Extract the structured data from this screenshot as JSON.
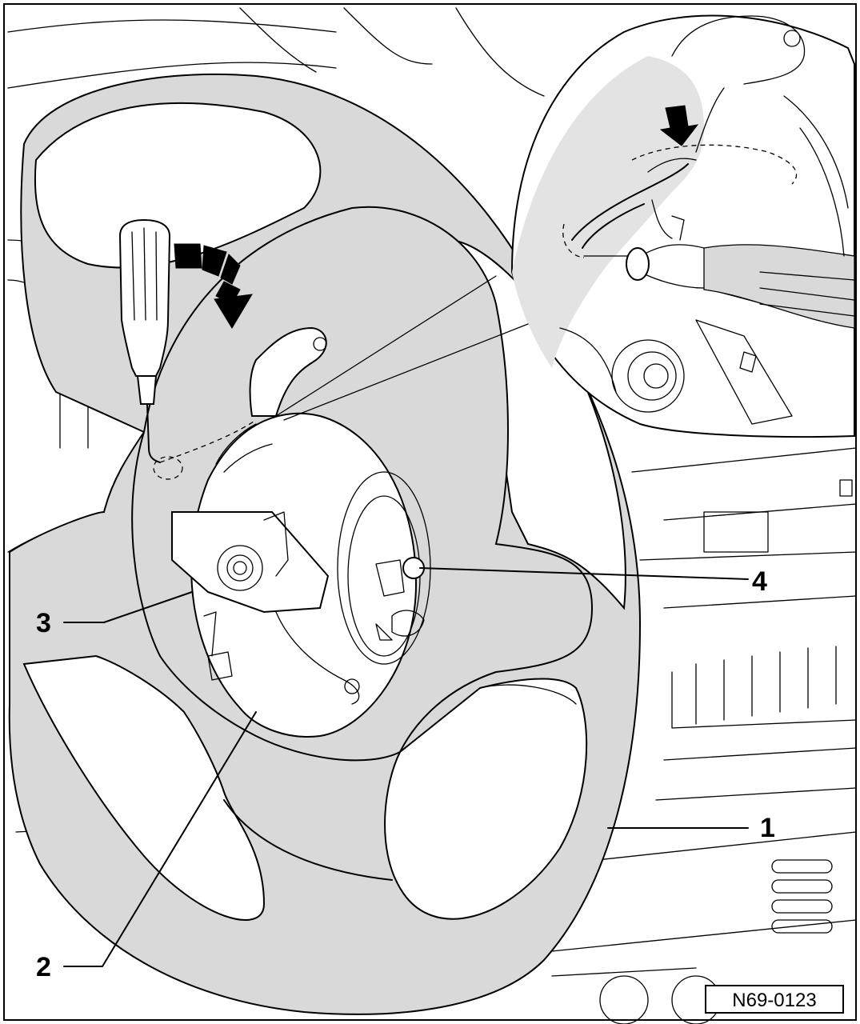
{
  "figure": {
    "code": "N69-0123",
    "callouts": [
      {
        "id": "1",
        "label": "1"
      },
      {
        "id": "2",
        "label": "2"
      },
      {
        "id": "3",
        "label": "3"
      },
      {
        "id": "4",
        "label": "4"
      }
    ]
  },
  "icons": [
    "screwdriver-icon",
    "curved-arrow-icon",
    "down-arrow-icon"
  ]
}
